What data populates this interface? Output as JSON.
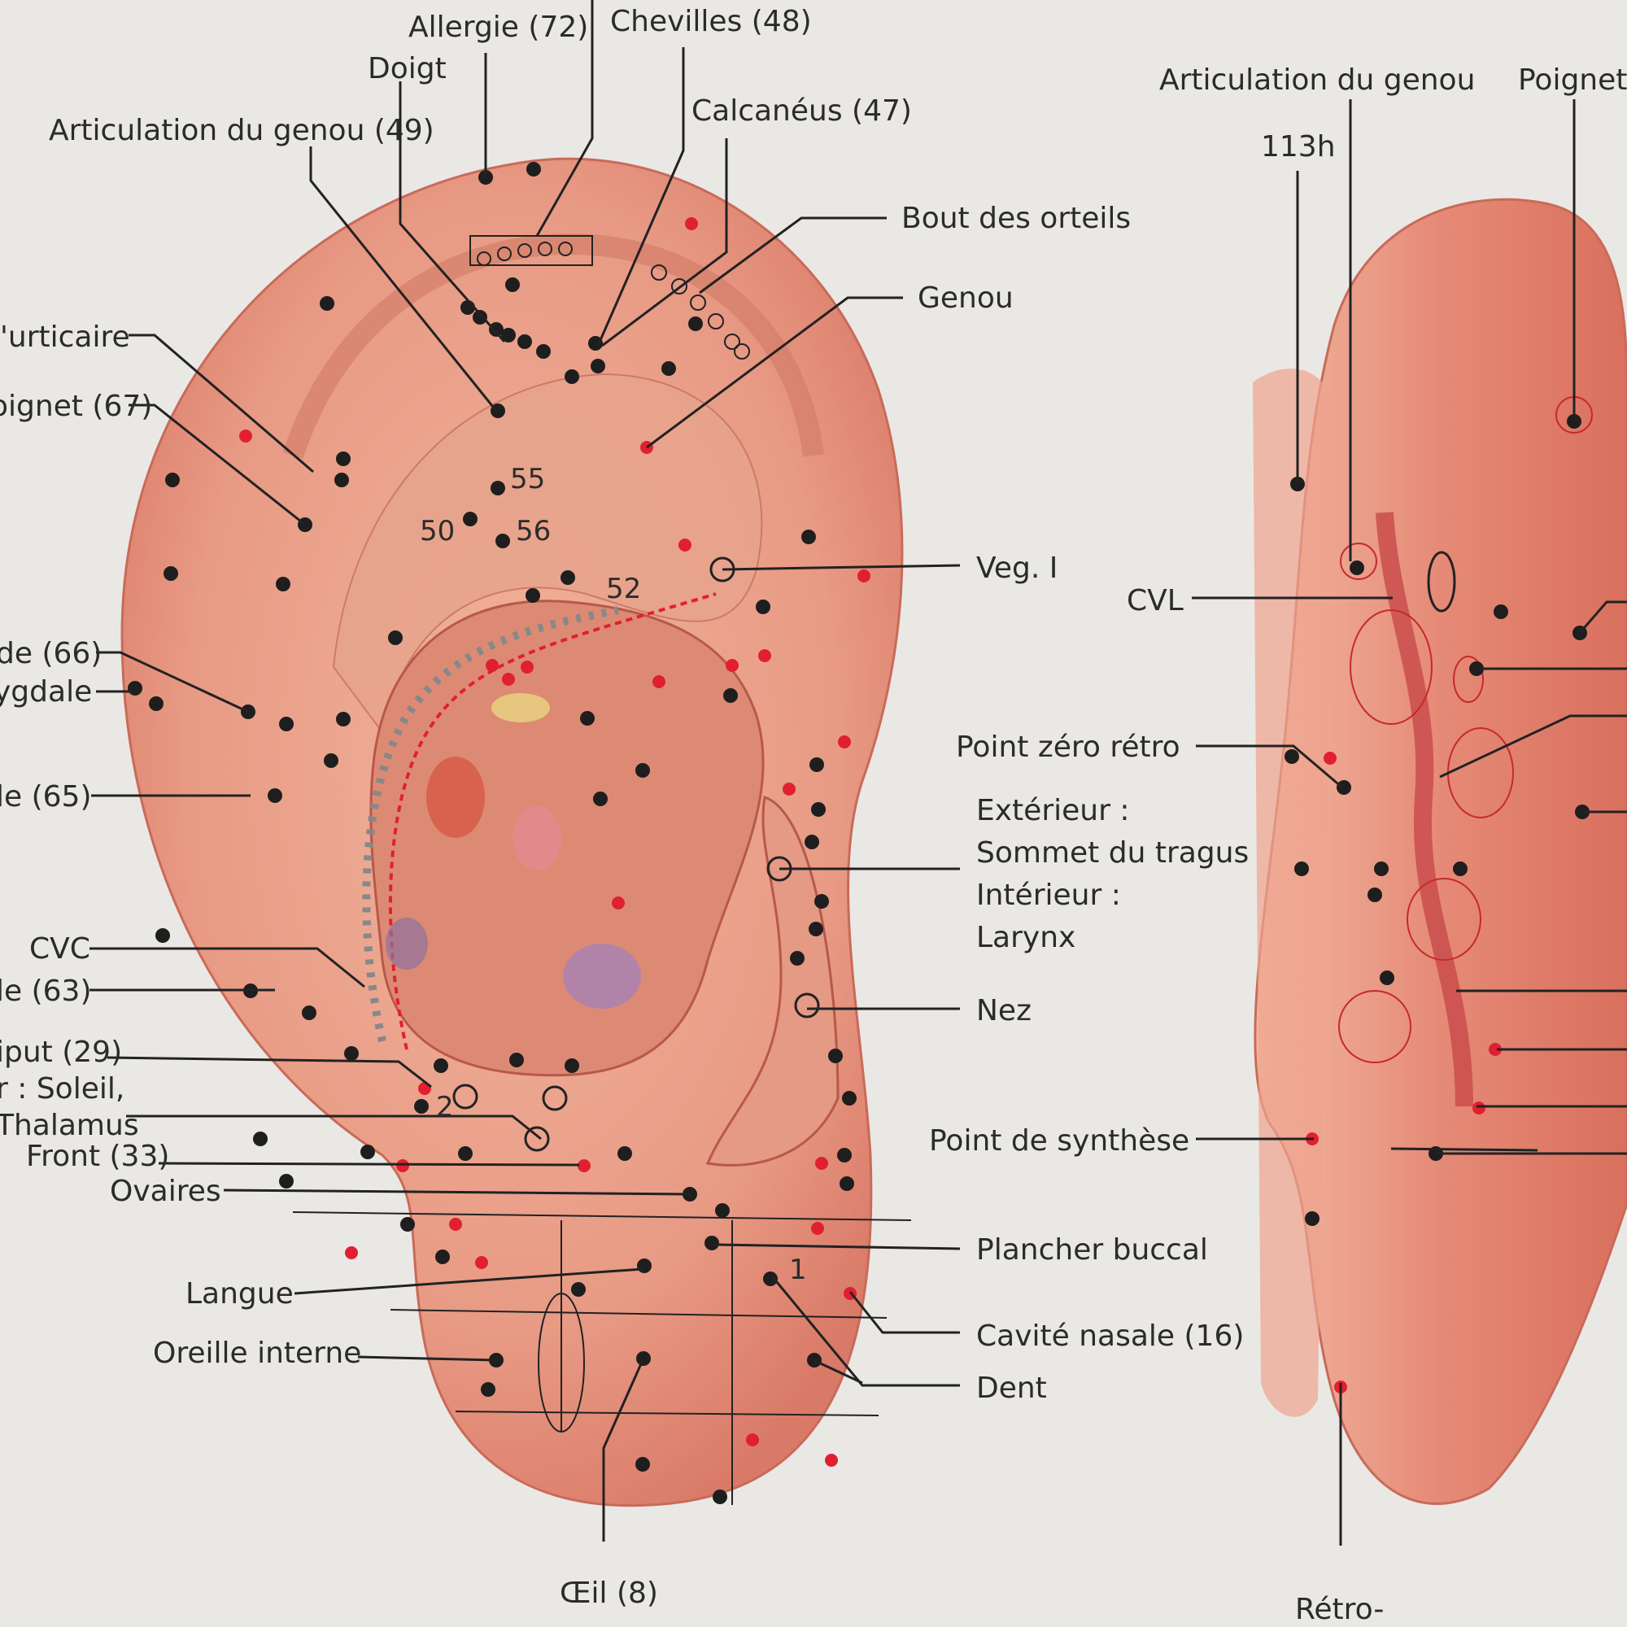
{
  "colors": {
    "background": "#eae8e4",
    "ear_skin": "#e9a08a",
    "ear_dark": "#c9685a",
    "point_black": "#1e1e1e",
    "point_red": "#e02030",
    "line": "#222222"
  },
  "labels": {
    "allergie": "Allergie (72)",
    "chevilles": "Chevilles (48)",
    "doigt": "Doigt",
    "articulation_genou_49": "Articulation du genou (49)",
    "calcaneus": "Calcanéus (47)",
    "bout_orteils": "Bout des orteils",
    "genou": "Genou",
    "urticaire": "l'urticaire",
    "poignet_67": "oignet (67)",
    "de_66": "de (66)",
    "amygdale": "ygdale",
    "le_65": "le (65)",
    "cvc": "CVC",
    "le_63": "le (63)",
    "occiput": "iput (29)",
    "soleil": "r : Soleil,",
    "thalamus": "Thalamus",
    "front": "Front (33)",
    "ovaires": "Ovaires",
    "langue": "Langue",
    "oreille_interne": "Oreille interne",
    "oeil": "Œil (8)",
    "veg": "Veg. I",
    "point_zero": "Point zéro rétro",
    "exterieur": "Extérieur :",
    "sommet_tragus": "Sommet du tragus",
    "interieur": "Intérieur :",
    "larynx": "Larynx",
    "nez": "Nez",
    "point_synthese": "Point de synthèse",
    "plancher_buccal": "Plancher buccal",
    "cavite_nasale": "Cavité nasale (16)",
    "dent": "Dent",
    "art_genou_right": "Articulation du genou",
    "poignet_right": "Poignet",
    "h113": "113h",
    "cvl": "CVL",
    "retro": "Rétro-"
  },
  "numbers": {
    "n55": "55",
    "n50": "50",
    "n56": "56",
    "n52": "52",
    "n2": "2",
    "n1": "1"
  }
}
